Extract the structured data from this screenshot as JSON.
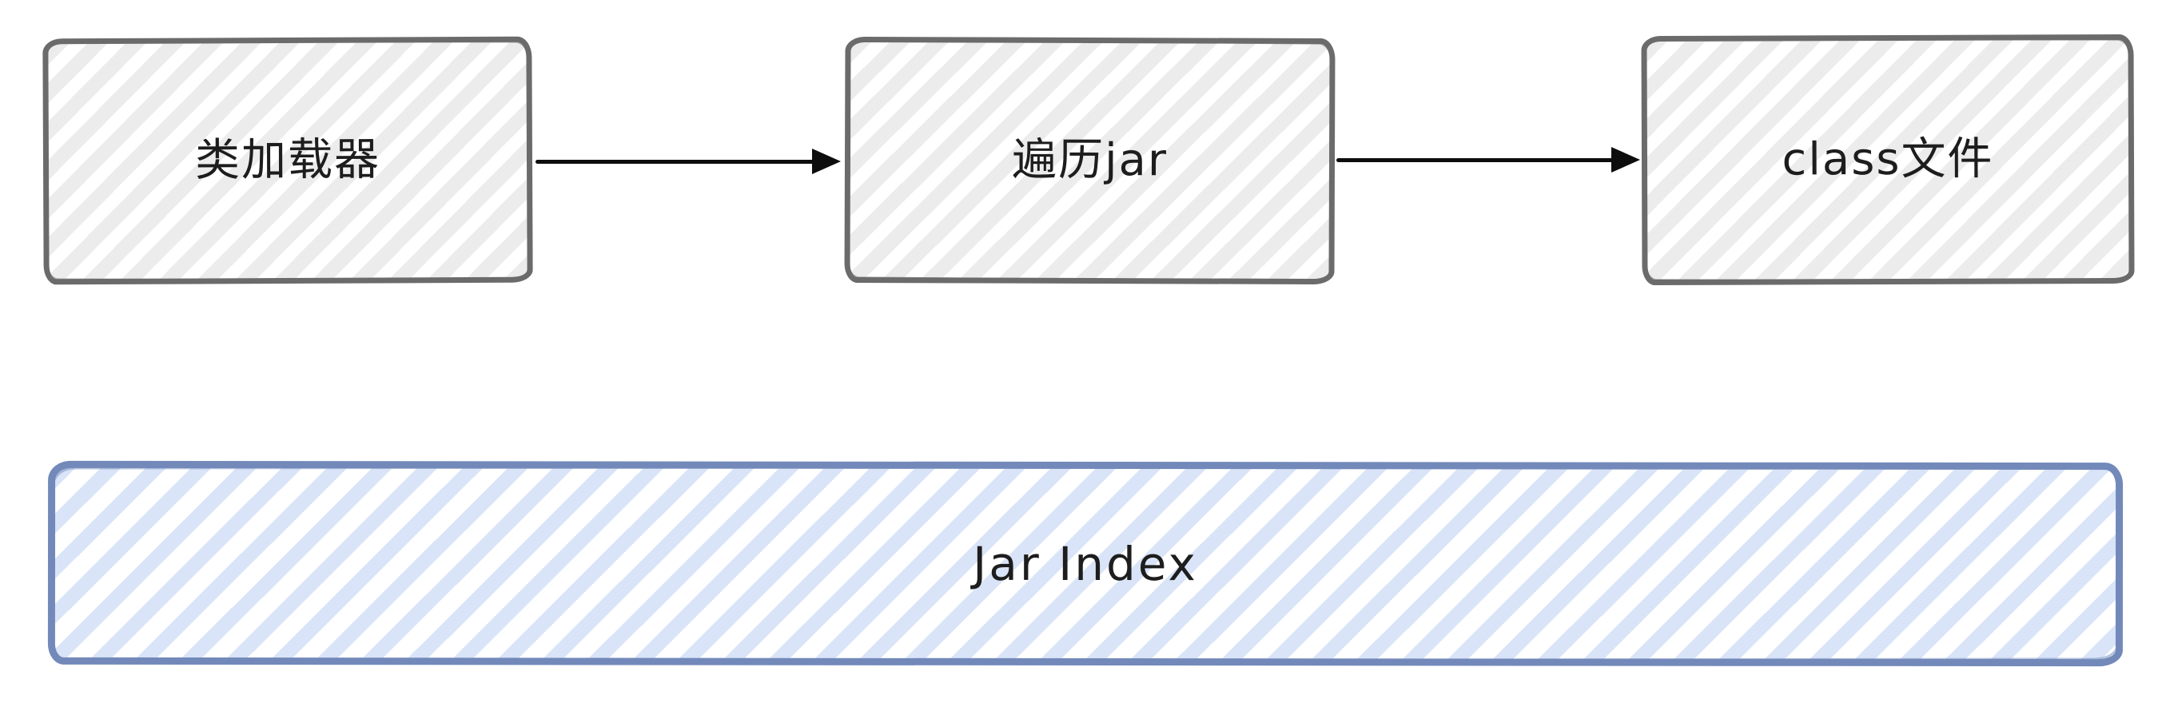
{
  "diagram": {
    "type": "flow-diagram",
    "background_color": "#ffffff",
    "style": "hand-drawn-sketch",
    "nodes": [
      {
        "id": "class-loader",
        "label": "类加载器",
        "shape": "rectangle",
        "stroke_color": "#6b6b6b",
        "fill_color": "#ececec",
        "fill_style": "hachure"
      },
      {
        "id": "traverse-jar",
        "label": "遍历jar",
        "shape": "rectangle",
        "stroke_color": "#6b6b6b",
        "fill_color": "#ececec",
        "fill_style": "hachure"
      },
      {
        "id": "class-file",
        "label": "class文件",
        "shape": "rectangle",
        "stroke_color": "#6b6b6b",
        "fill_color": "#ececec",
        "fill_style": "hachure"
      },
      {
        "id": "jar-index",
        "label": "Jar Index",
        "shape": "wide-rectangle",
        "stroke_color": "#7289ba",
        "fill_color": "#d9e4f8",
        "fill_style": "hachure"
      }
    ],
    "arrows": [
      {
        "id": "arrow-1",
        "from": "class-loader",
        "to": "traverse-jar",
        "color": "#0d0d0d",
        "head": "solid-triangle-right"
      },
      {
        "id": "arrow-2",
        "from": "traverse-jar",
        "to": "class-file",
        "color": "#0d0d0d",
        "head": "solid-triangle-right"
      }
    ],
    "text_color": "#1d1d1d"
  }
}
